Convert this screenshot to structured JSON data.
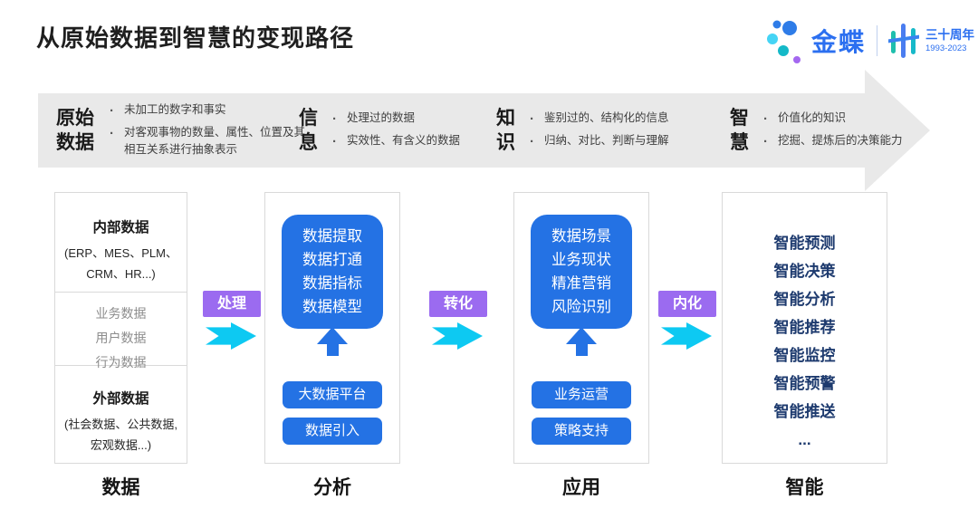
{
  "page": {
    "title": "从原始数据到智慧的变现路径"
  },
  "logo": {
    "brand": "金蝶",
    "anniversary": "三十周年",
    "years": "1993-2023"
  },
  "banner": {
    "stages": [
      {
        "name": "原始数据",
        "points": [
          "未加工的数字和事实",
          "对客观事物的数量、属性、位置及其相互关系进行抽象表示"
        ]
      },
      {
        "name": "信息",
        "points": [
          "处理过的数据",
          "实效性、有含义的数据"
        ]
      },
      {
        "name": "知识",
        "points": [
          "鉴别过的、结构化的信息",
          "归纳、对比、判断与理解"
        ]
      },
      {
        "name": "智慧",
        "points": [
          "价值化的知识",
          "挖掘、提炼后的决策能力"
        ]
      }
    ]
  },
  "flow": {
    "badges": [
      "处理",
      "转化",
      "内化"
    ]
  },
  "columns": {
    "data": {
      "label": "数据",
      "internal": {
        "title": "内部数据",
        "desc": "(ERP、MES、PLM、\nCRM、HR...)"
      },
      "middle": [
        "业务数据",
        "用户数据",
        "行为数据"
      ],
      "external": {
        "title": "外部数据",
        "desc": "(社会数据、公共数据,\n宏观数据...)"
      }
    },
    "analysis": {
      "label": "分析",
      "box": [
        "数据提取",
        "数据打通",
        "数据指标",
        "数据模型"
      ],
      "pills": [
        "大数据平台",
        "数据引入"
      ]
    },
    "application": {
      "label": "应用",
      "box": [
        "数据场景",
        "业务现状",
        "精准营销",
        "风险识别"
      ],
      "pills": [
        "业务运营",
        "策略支持"
      ]
    },
    "intelligence": {
      "label": "智能",
      "items": [
        "智能预测",
        "智能决策",
        "智能分析",
        "智能推荐",
        "智能监控",
        "智能预警",
        "智能推送",
        "..."
      ]
    }
  },
  "colors": {
    "accent_blue": "#2472E4",
    "cyan_arrow": "#0DC9F2",
    "purple_badge": "#9B6BF0",
    "navy_text": "#1D3A6E",
    "banner_gray": "#E9E9E9",
    "brand_blue": "#2B6FF0"
  }
}
